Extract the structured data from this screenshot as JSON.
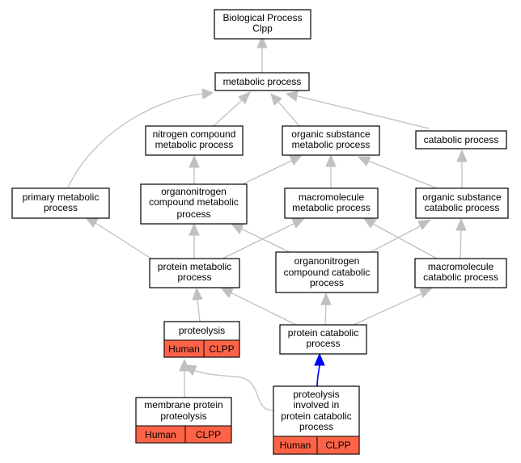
{
  "nodes": {
    "root": {
      "lines": [
        "Biological Process",
        "Clpp"
      ]
    },
    "metabolic": {
      "lines": [
        "metabolic process"
      ]
    },
    "nitrogen": {
      "lines": [
        "nitrogen compound",
        "metabolic process"
      ]
    },
    "organic_sub": {
      "lines": [
        "organic substance",
        "metabolic process"
      ]
    },
    "catabolic": {
      "lines": [
        "catabolic process"
      ]
    },
    "primary": {
      "lines": [
        "primary metabolic",
        "process"
      ]
    },
    "organonitrogen": {
      "lines": [
        "organonitrogen",
        "compound metabolic",
        "process"
      ]
    },
    "macromolecule": {
      "lines": [
        "macromolecule",
        "metabolic process"
      ]
    },
    "organic_cat": {
      "lines": [
        "organic substance",
        "catabolic process"
      ]
    },
    "protein_met": {
      "lines": [
        "protein metabolic",
        "process"
      ]
    },
    "organonitrogen_cat": {
      "lines": [
        "organonitrogen",
        "compound catabolic",
        "process"
      ]
    },
    "macro_cat": {
      "lines": [
        "macromolecule",
        "catabolic process"
      ]
    },
    "proteolysis": {
      "lines": [
        "proteolysis"
      ],
      "tags": [
        "Human",
        "CLPP"
      ]
    },
    "protein_cat": {
      "lines": [
        "protein catabolic",
        "process"
      ]
    },
    "membrane": {
      "lines": [
        "membrane protein",
        "proteolysis"
      ],
      "tags": [
        "Human",
        "CLPP"
      ]
    },
    "proteolysis_cat": {
      "lines": [
        "proteolysis",
        "involved in",
        "protein catabolic",
        "process"
      ],
      "tags": [
        "Human",
        "CLPP"
      ]
    }
  },
  "colors": {
    "edge": "#c0c0c0",
    "highlight_edge": "#0000ff",
    "tag_fill": "#ff6347"
  }
}
